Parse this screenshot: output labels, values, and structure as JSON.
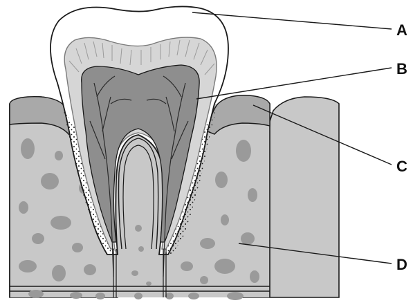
{
  "labels": {
    "a": "A",
    "b": "B",
    "c": "C",
    "d": "D"
  },
  "colors": {
    "outline": "#1a1a1a",
    "enamel": "#ffffff",
    "dentin": "#d6d6d6",
    "pulp": "#8e8e8e",
    "gum": "#a9a9a9",
    "bone": "#c8c8c8",
    "bone_spots": "#9a9a9a",
    "vessels": "#2a2a2a"
  }
}
